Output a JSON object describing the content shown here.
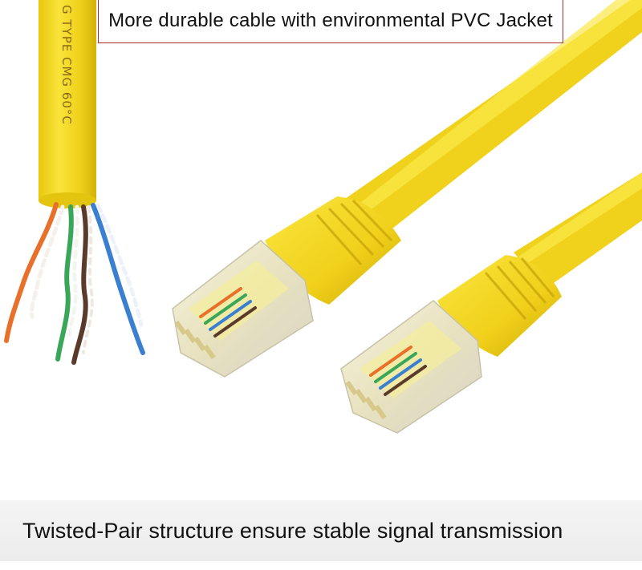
{
  "captions": {
    "top": "More durable cable with environmental PVC Jacket",
    "bottom": "Twisted-Pair structure ensure stable signal transmission"
  },
  "cable": {
    "jacket_print": "G TYPE CMG 60°C",
    "jacket_color": "#f2d81e",
    "wire_colors": [
      "#e8702a",
      "#3aa65a",
      "#5a3a2a",
      "#3a7fd0"
    ]
  }
}
